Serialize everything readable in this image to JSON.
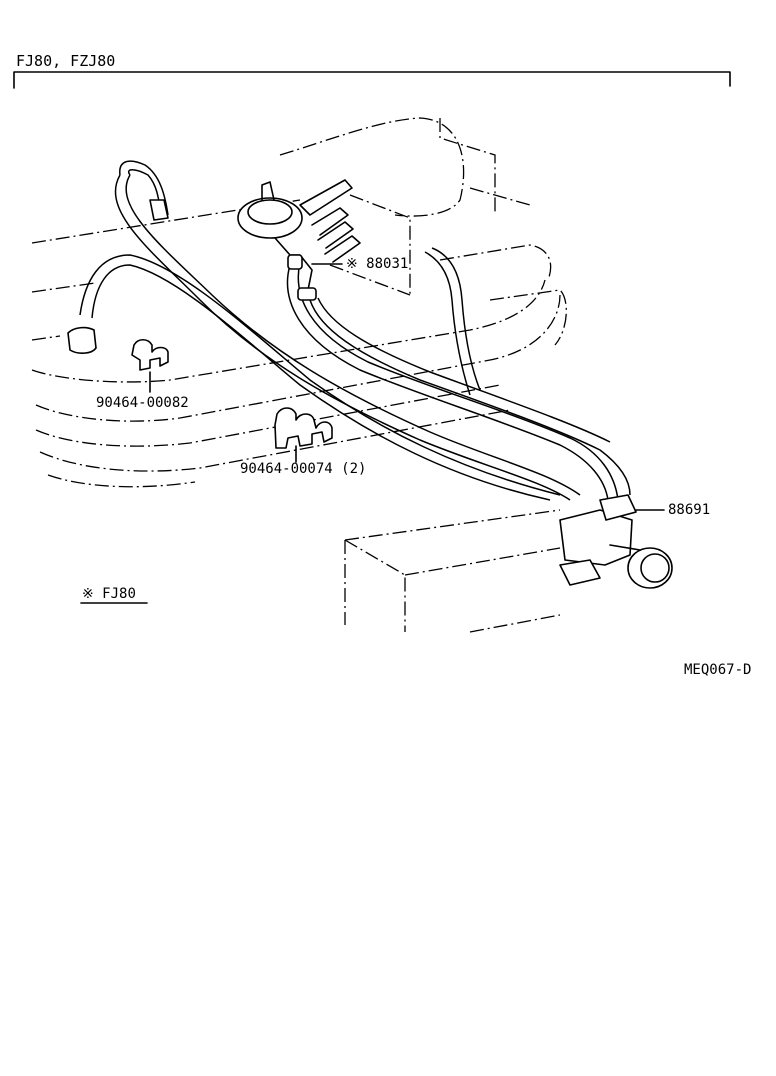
{
  "header": {
    "model_label": "FJ80, FZJ80"
  },
  "callouts": {
    "part_88031": "※ 88031",
    "part_88691": "88691",
    "clamp_00082": "90464-00082",
    "clamp_00074": "90464-00074 (2)"
  },
  "legend": {
    "note": "※ FJ80"
  },
  "footer": {
    "drawing_code": "MEQ067-D"
  }
}
